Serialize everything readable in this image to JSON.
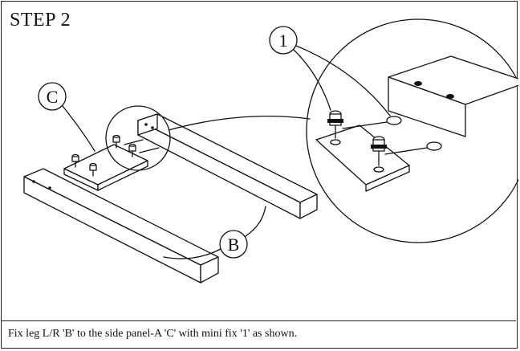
{
  "title": "STEP 2",
  "caption": "Fix leg L/R 'B' to the side panel-A 'C' with mini fix '1' as shown.",
  "labels": {
    "panel": "C",
    "leg": "B",
    "mini_fix": "1"
  }
}
